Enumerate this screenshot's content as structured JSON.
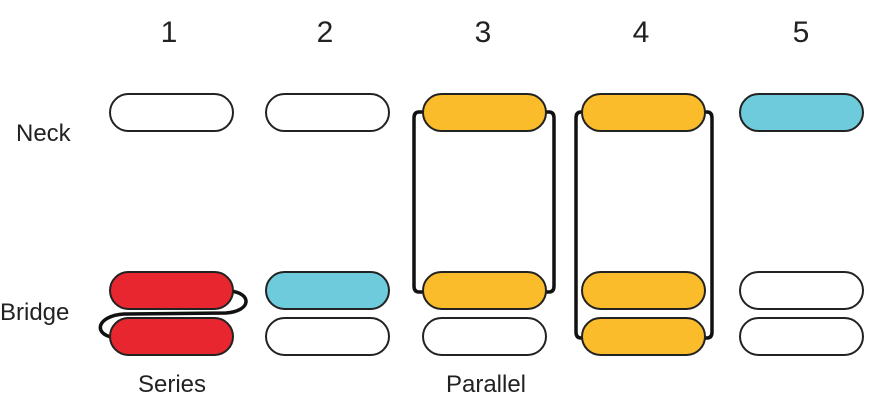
{
  "colors": {
    "off": "#ffffff",
    "red": "#e8262f",
    "blue": "#6ecbdb",
    "yellow": "#fbbc2c",
    "outline": "#222222"
  },
  "columns": [
    {
      "number": "1",
      "neck": "off",
      "bridge_top": "red",
      "bridge_bottom": "red",
      "caption": "Series"
    },
    {
      "number": "2",
      "neck": "off",
      "bridge_top": "blue",
      "bridge_bottom": "off",
      "caption": ""
    },
    {
      "number": "3",
      "neck": "yellow",
      "bridge_top": "yellow",
      "bridge_bottom": "off",
      "caption": "Parallel"
    },
    {
      "number": "4",
      "neck": "yellow",
      "bridge_top": "yellow",
      "bridge_bottom": "yellow",
      "caption": ""
    },
    {
      "number": "5",
      "neck": "blue",
      "bridge_top": "off",
      "bridge_bottom": "off",
      "caption": ""
    }
  ],
  "rows": {
    "neck_label": "Neck",
    "bridge_label": "Bridge"
  }
}
